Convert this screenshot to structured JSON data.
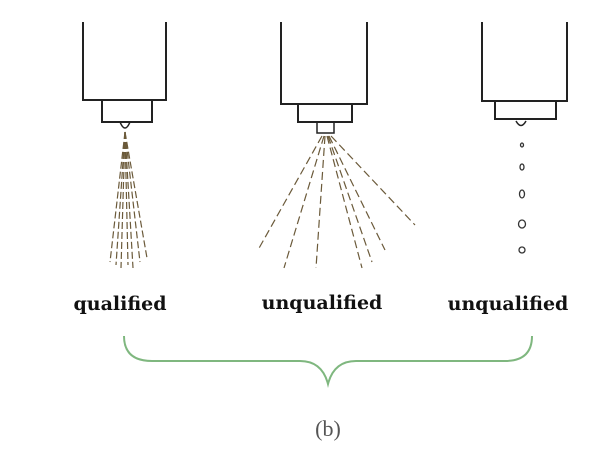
{
  "labels": [
    "qualified",
    "unqualified",
    "unqualified"
  ],
  "caption": "(b)",
  "colors": {
    "line": "#222222",
    "spray": "#6b5a3a",
    "brace": "#7fb77f"
  }
}
